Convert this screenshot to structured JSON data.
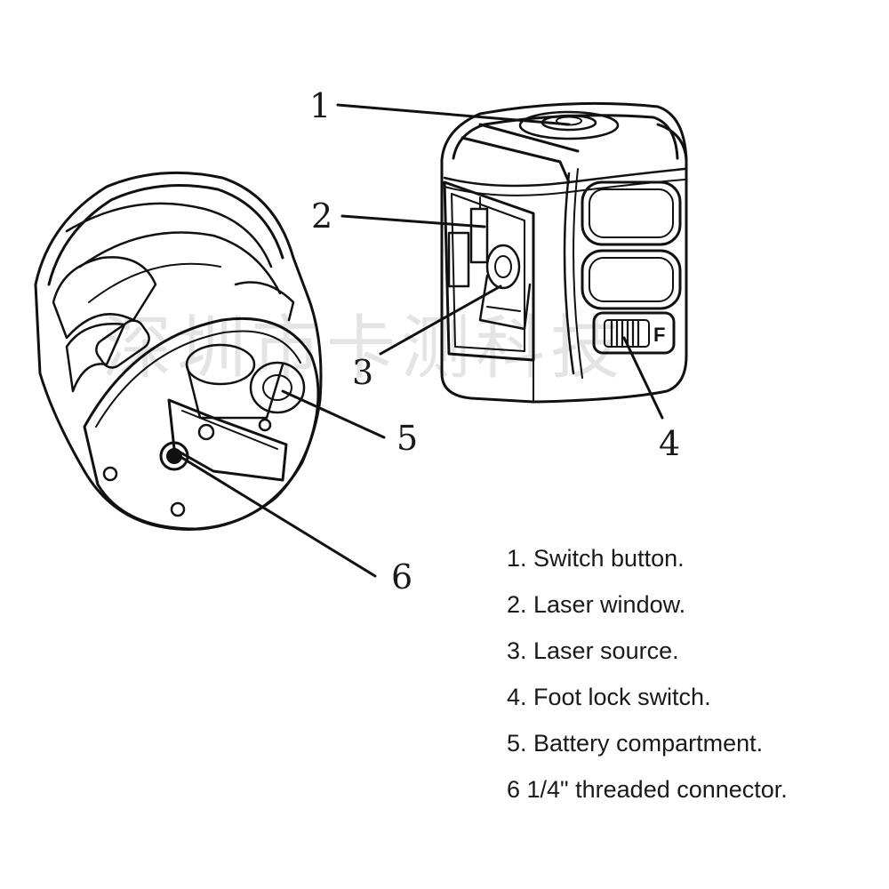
{
  "callouts": [
    "1",
    "2",
    "3",
    "4",
    "5",
    "6"
  ],
  "switch_label": "F",
  "watermark": "深圳市卡测科技",
  "legend": [
    "1. Switch button.",
    "2. Laser window.",
    "3. Laser source.",
    "4. Foot lock switch.",
    "5. Battery compartment.",
    "6 1/4\" threaded connector."
  ]
}
